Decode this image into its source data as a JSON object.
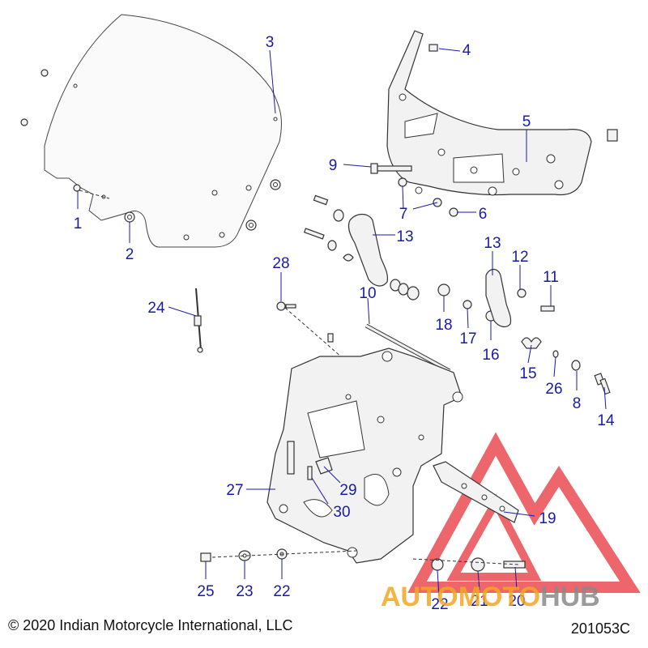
{
  "colors": {
    "callout": "#1a1aa8",
    "line": "#333333",
    "watermark_red": "#e8333a",
    "watermark_orange": "#f5a623",
    "watermark_gray": "#8a8a8a"
  },
  "callouts": [
    "1",
    "2",
    "3",
    "4",
    "5",
    "6",
    "7",
    "8",
    "9",
    "10",
    "11",
    "12",
    "13",
    "13",
    "14",
    "15",
    "16",
    "17",
    "18",
    "19",
    "20",
    "21",
    "22",
    "22",
    "23",
    "24",
    "25",
    "26",
    "27",
    "28",
    "29",
    "30"
  ],
  "watermark": {
    "brand_part1": "AUTOMOTO",
    "brand_part2": "HUB"
  },
  "footer": {
    "copyright": "© 2020 Indian Motorcycle International, LLC",
    "diagram_id": "201053C"
  }
}
